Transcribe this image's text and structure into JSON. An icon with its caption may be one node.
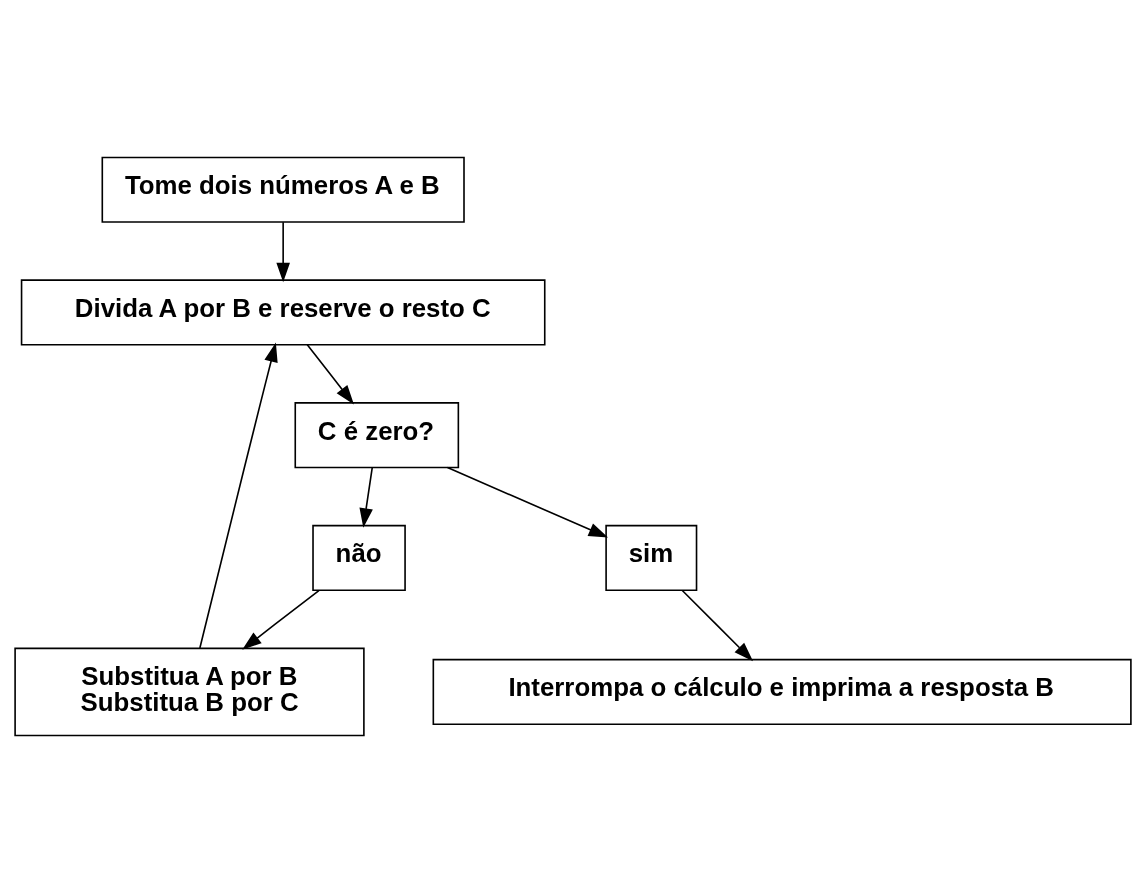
{
  "diagram": {
    "nodes": [
      {
        "text": [
          "Tome dois números A e B"
        ]
      },
      {
        "text": [
          "Substitua A por B",
          "Substitua B por C"
        ]
      },
      {
        "text": [
          "Divida A por B e reserve o resto C"
        ]
      },
      {
        "text": [
          "C é zero?"
        ]
      },
      {
        "text": [
          "não"
        ]
      },
      {
        "text": [
          "sim"
        ]
      },
      {
        "text": [
          "Interrompa o cálculo e imprima a resposta B"
        ]
      }
    ],
    "edges": [
      {
        "from": 0,
        "to": 2,
        "arrow": "to"
      },
      {
        "from": 1,
        "to": 2,
        "arrow": "to"
      },
      {
        "from": 2,
        "to": 3,
        "arrow": "to"
      },
      {
        "from": 3,
        "to": 4,
        "arrow": "to"
      },
      {
        "from": 4,
        "to": 1,
        "arrow": "to"
      },
      {
        "from": 3,
        "to": 5,
        "arrow": "to"
      },
      {
        "from": 5,
        "to": 6,
        "arrow": "to"
      }
    ]
  }
}
